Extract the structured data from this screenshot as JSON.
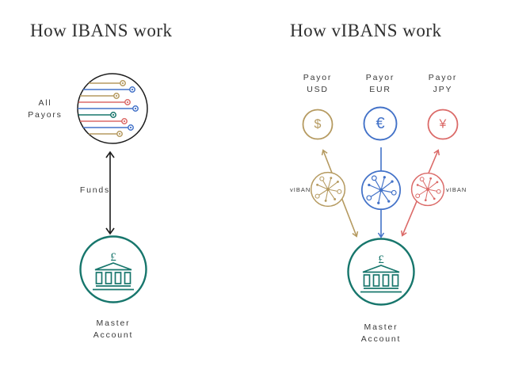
{
  "colors": {
    "teal": "#17766c",
    "tan": "#b59a60",
    "blue": "#4372c8",
    "red": "#db6a68",
    "ink": "#1c1c1c",
    "label_text": "#3a3a3a",
    "title_text": "#2e2e2e"
  },
  "left": {
    "title": "How IBANS work",
    "all_payors": {
      "line1": "All",
      "line2": "Payors"
    },
    "funds_label": "Funds",
    "bank_symbol": "£",
    "master": {
      "line1": "Master",
      "line2": "Account"
    }
  },
  "right": {
    "title": "How vIBANS work",
    "payors": [
      {
        "line1": "Payor",
        "line2": "USD",
        "symbol": "$"
      },
      {
        "line1": "Payor",
        "line2": "EUR",
        "symbol": "€"
      },
      {
        "line1": "Payor",
        "line2": "JPY",
        "symbol": "¥"
      }
    ],
    "viban_left_label": "vIBAN",
    "viban_right_label": "vIBAN",
    "bank_symbol": "£",
    "master": {
      "line1": "Master",
      "line2": "Account"
    }
  }
}
